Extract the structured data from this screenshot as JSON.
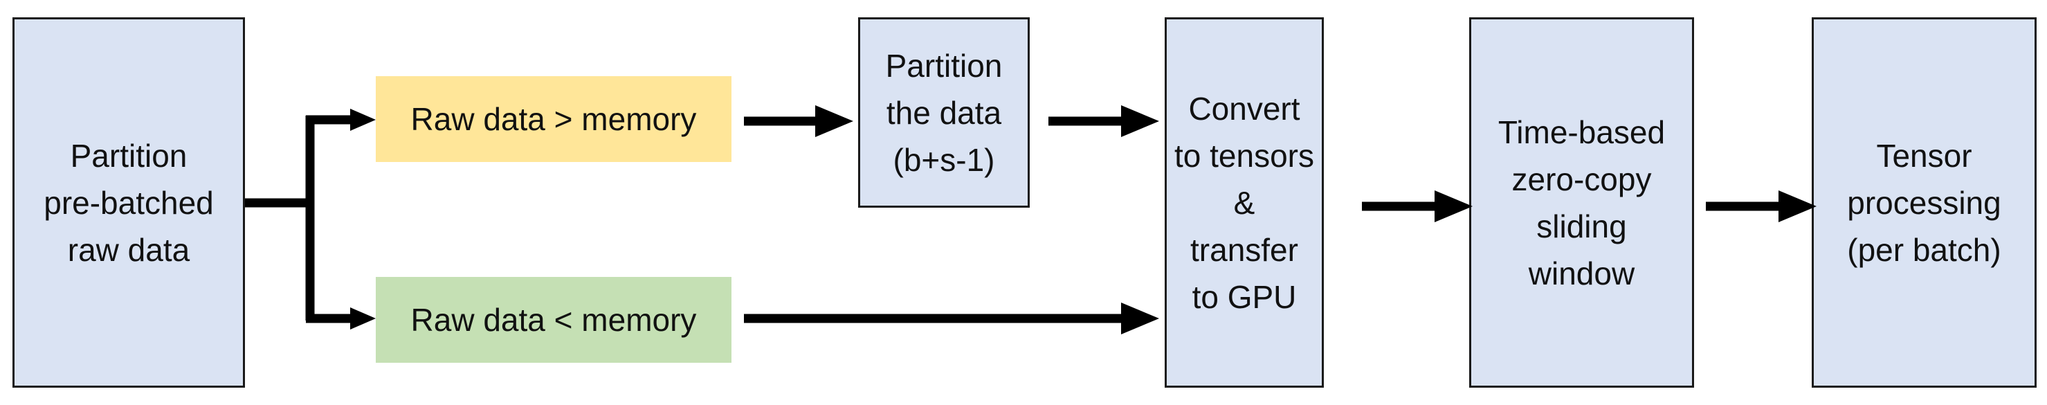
{
  "boxes": {
    "partition_prebatched": "Partition\npre-batched\nraw data",
    "raw_gt_memory": "Raw data > memory",
    "raw_lt_memory": "Raw data < memory",
    "partition_data": "Partition\nthe data\n(b+s-1)",
    "convert_tensors": "Convert\nto tensors\n&\ntransfer\nto GPU",
    "sliding_window": "Time-based\nzero-copy\nsliding\nwindow",
    "tensor_processing": "Tensor\nprocessing\n(per batch)"
  },
  "colors": {
    "box_blue": "#dae3f3",
    "box_yellow": "#ffe699",
    "box_green": "#c5e0b4",
    "border": "#1a1a1a",
    "arrow": "#000000"
  }
}
